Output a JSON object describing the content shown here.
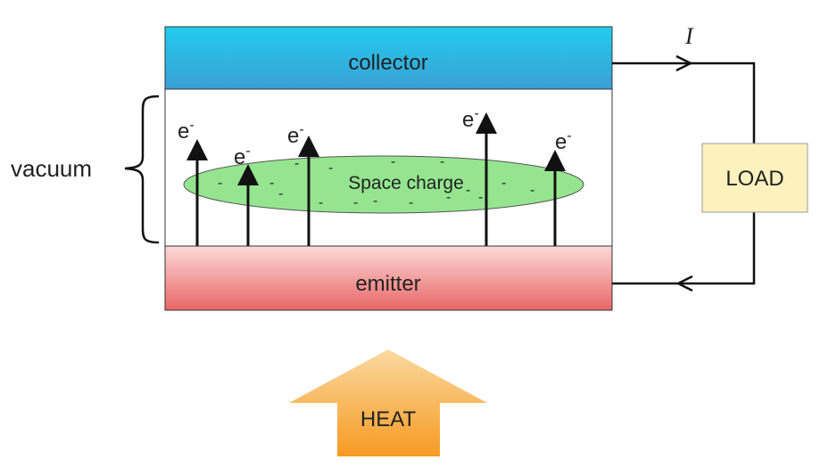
{
  "labels": {
    "collector": "collector",
    "emitter": "emitter",
    "vacuum": "vacuum",
    "space_charge": "Space charge",
    "load": "LOAD",
    "heat": "HEAT",
    "current": "I",
    "electron": "e",
    "electron_charge": "-",
    "negative_charge": "-"
  },
  "colors": {
    "collector_top": "#1ec8ec",
    "collector_bottom": "#3aa3d8",
    "emitter_top": "#fbd6d6",
    "emitter_bottom": "#ea6a6a",
    "space_charge_fill": "#93e58f",
    "load_fill": "#fdf2bd",
    "heat_top": "#fbd79a",
    "heat_bottom": "#f7a028",
    "wire": "#111111"
  }
}
